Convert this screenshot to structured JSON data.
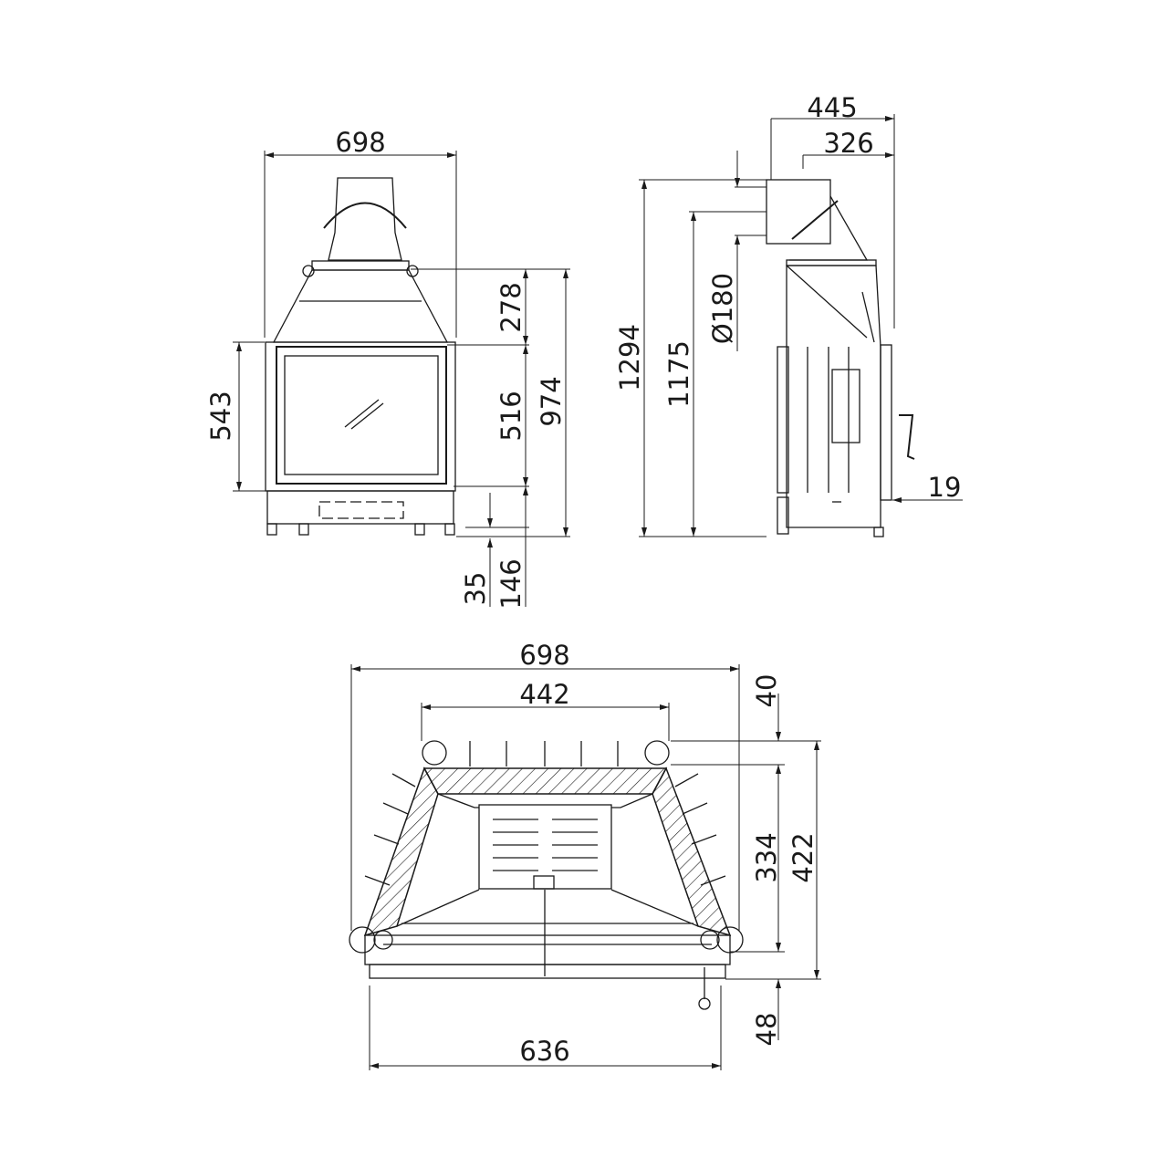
{
  "front_view": {
    "width": "698",
    "h_278": "278",
    "h_543": "543",
    "h_516": "516",
    "h_974": "974",
    "h_35": "35",
    "h_146": "146"
  },
  "side_view": {
    "depth_445": "445",
    "depth_326": "326",
    "h_1294": "1294",
    "h_1175": "1175",
    "flue_diameter": "Ø180",
    "offset_19": "19"
  },
  "top_view": {
    "width_698": "698",
    "width_442": "442",
    "d_40": "40",
    "d_334": "334",
    "d_422": "422",
    "d_48": "48",
    "width_636": "636"
  }
}
